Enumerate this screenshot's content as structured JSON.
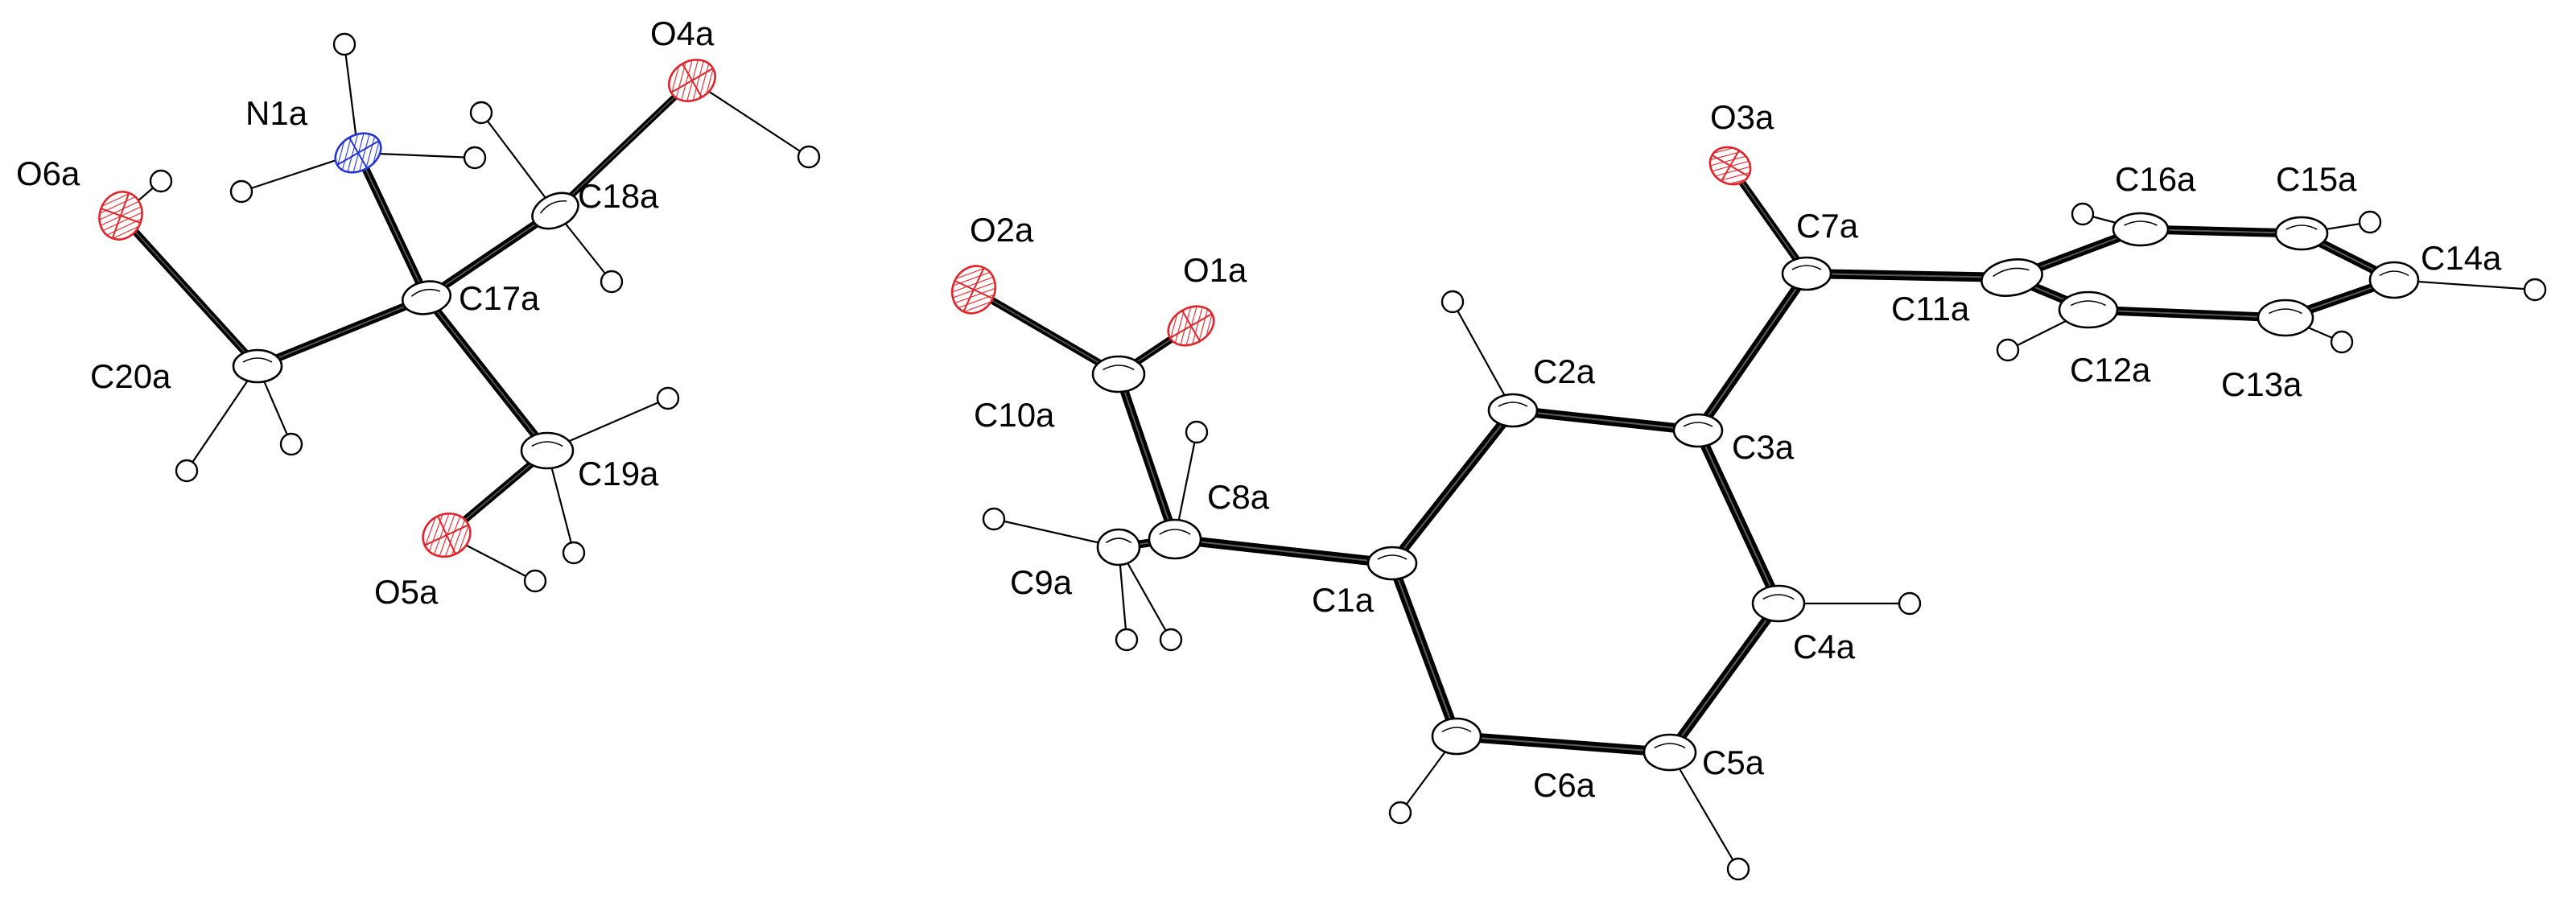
{
  "figure": {
    "background": "#ffffff",
    "colors": {
      "carbon": "#ffffff",
      "hydrogen": "#ffffff",
      "oxygen": "#e0242a",
      "nitrogen": "#2434d8",
      "bond": "#000000",
      "label": "#000000"
    },
    "molecules": [
      {
        "id": "cation",
        "labels": [
          "N1a",
          "O4a",
          "O6a",
          "C18a",
          "C17a",
          "C20a",
          "C19a",
          "O5a"
        ]
      },
      {
        "id": "anion",
        "labels": [
          "O3a",
          "C16a",
          "C15a",
          "O2a",
          "C7a",
          "O1a",
          "C14a",
          "C11a",
          "C12a",
          "C13a",
          "C2a",
          "C10a",
          "C3a",
          "C8a",
          "C9a",
          "C1a",
          "C4a",
          "C5a",
          "C6a"
        ]
      }
    ]
  }
}
